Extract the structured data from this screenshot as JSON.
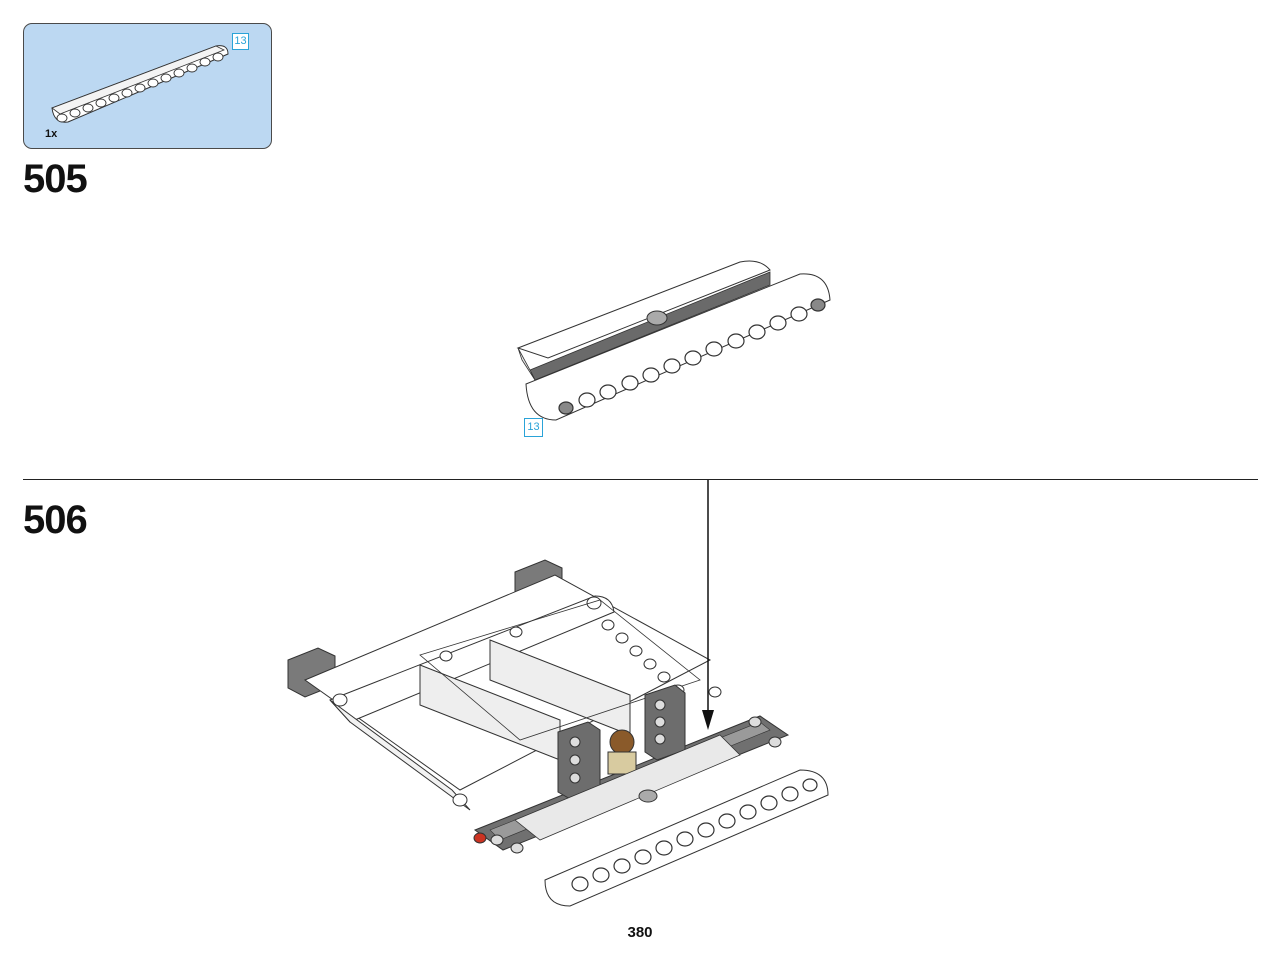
{
  "parts_callout": {
    "quantity": "1x",
    "length_badge": "13"
  },
  "steps": [
    {
      "number": "505",
      "length_badge": "13"
    },
    {
      "number": "506"
    }
  ],
  "page_number": "380",
  "colors": {
    "callout_background": "#bcd8f2",
    "badge_accent": "#2aa3d8",
    "beam_white": "#ffffff",
    "beam_dark_gray": "#5f5f5f",
    "beam_light_gray": "#8c8c8c"
  },
  "icons": [
    "liftarm-beam-13-icon",
    "model-assembly-icon",
    "arrow-down-icon"
  ]
}
